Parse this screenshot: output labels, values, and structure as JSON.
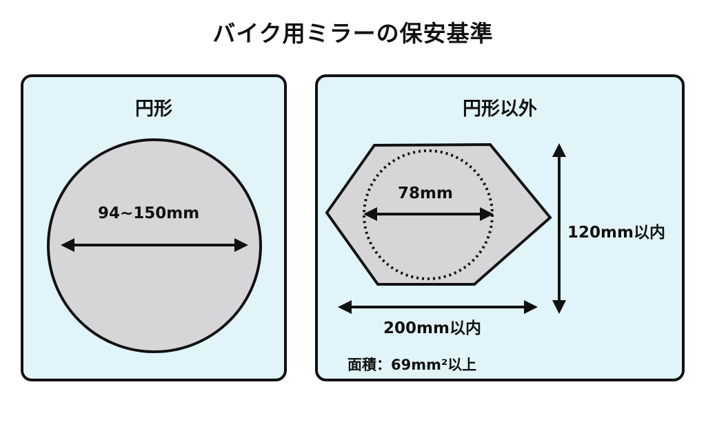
{
  "title": "バイク用ミラーの保安基準",
  "colors": {
    "panel_bg": "#e1f4fa",
    "shape_fill": "#d6d6d8",
    "stroke": "#111111"
  },
  "panels": [
    {
      "title": "円形",
      "shape": "circle",
      "dimension_label": "94~150mm"
    },
    {
      "title": "円形以外",
      "shape": "hexagon",
      "inner_circle_label": "78mm",
      "height_label": "120mm以内",
      "width_label": "200mm以内",
      "area_label": "面積：69mm²以上"
    }
  ]
}
